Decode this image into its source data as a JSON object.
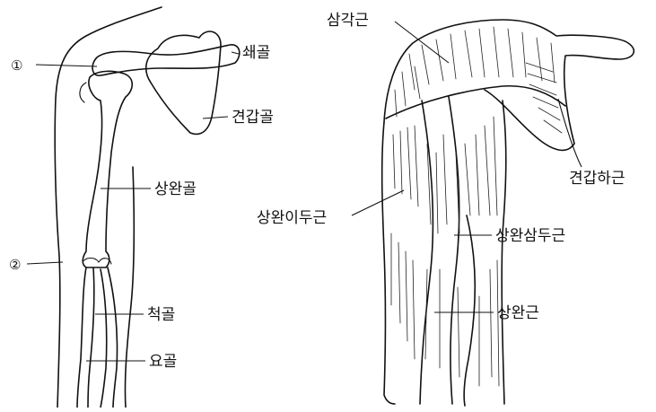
{
  "skeleton": {
    "marker_1": "①",
    "marker_2": "②",
    "clavicle": "쇄골",
    "scapula": "견갑골",
    "humerus": "상완골",
    "ulna": "척골",
    "radius": "요골"
  },
  "muscles": {
    "deltoid": "삼각근",
    "infraspinatus": "견갑하근",
    "biceps": "상완이두근",
    "triceps": "상완삼두근",
    "brachialis": "상완근"
  }
}
